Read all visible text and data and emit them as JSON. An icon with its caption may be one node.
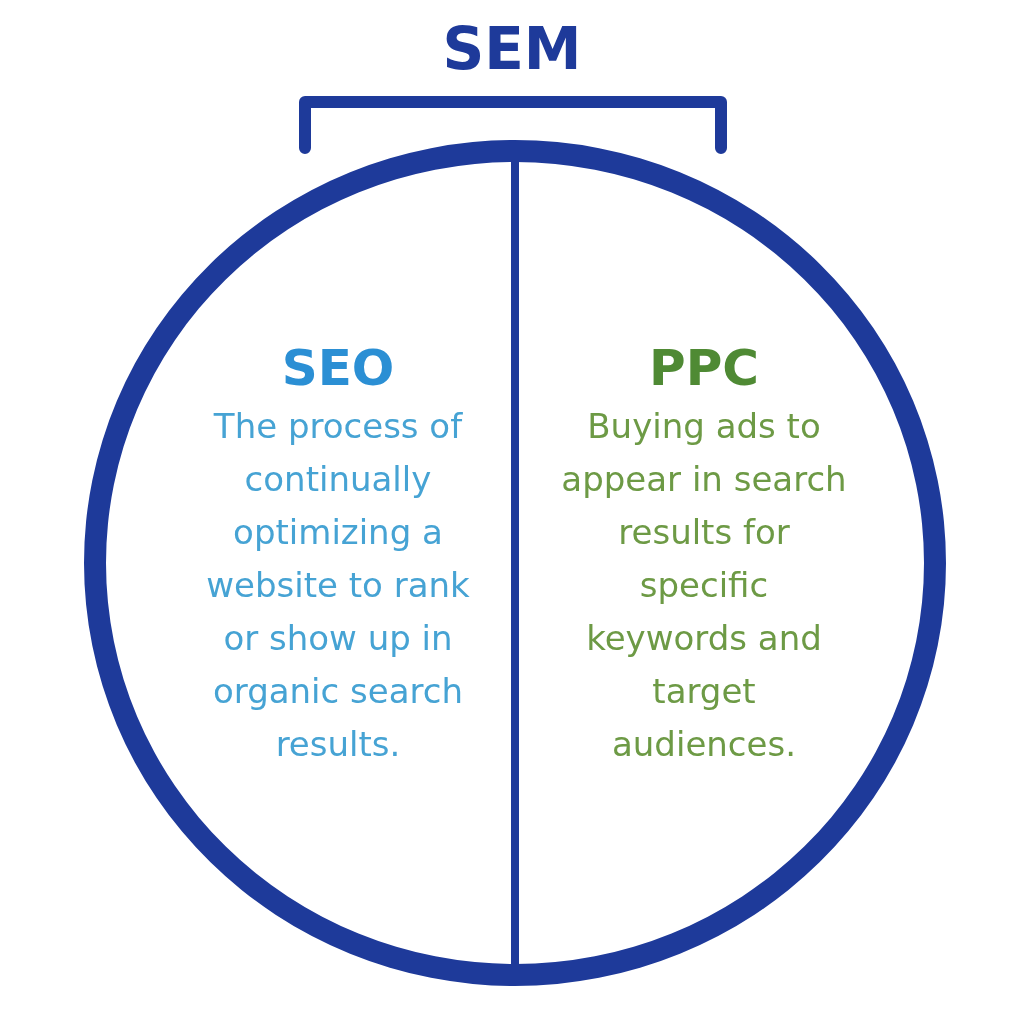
{
  "diagram": {
    "title": "SEM",
    "nodes": [
      {
        "text": [],
        "shape": "circle"
      },
      {
        "text": [
          "SEO",
          "The process of continually optimizing a website to rank or show up in organic search results."
        ],
        "in": 0
      },
      {
        "text": [
          "PPC",
          "Buying ads to appear in search results for specific keywords and target audiences."
        ],
        "in": 0
      }
    ]
  }
}
